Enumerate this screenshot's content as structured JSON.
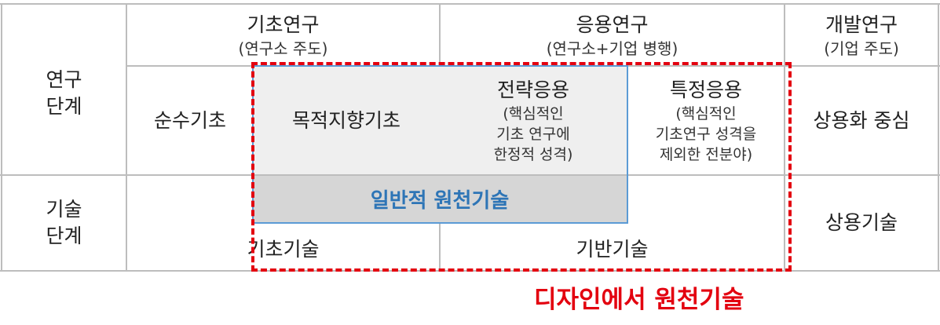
{
  "header": {
    "basic": {
      "title": "기초연구",
      "sub": "(연구소 주도)"
    },
    "applied": {
      "title": "응용연구",
      "sub": "(연구소+기업 병행)"
    },
    "development": {
      "title": "개발연구",
      "sub": "(기업 주도)"
    }
  },
  "rows": {
    "research_stage": {
      "line1": "연구",
      "line2": "단계"
    },
    "tech_stage": {
      "line1": "기술",
      "line2": "단계"
    }
  },
  "research": {
    "pure_basic": "순수기초",
    "oriented_basic": "목적지향기초",
    "strategic": {
      "title": "전략응용",
      "desc": [
        "(핵심적인",
        "기초 연구에",
        "한정적 성격)"
      ]
    },
    "specific": {
      "title": "특정응용",
      "desc": [
        "(핵심적인",
        "기초연구 성격을",
        "제외한 전분야)"
      ]
    },
    "commercial_focus": "상용화 중심"
  },
  "tech": {
    "general_source": "일반적 원천기술",
    "basic_tech": "기초기술",
    "foundation_tech": "기반기술",
    "commercial_tech": "상용기술"
  },
  "annotation": "디자인에서 원천기술",
  "colors": {
    "blue": "#2e75b6",
    "blue_border": "#5b9bd5",
    "red": "#e3000f",
    "grid": "#bdbdbd"
  }
}
